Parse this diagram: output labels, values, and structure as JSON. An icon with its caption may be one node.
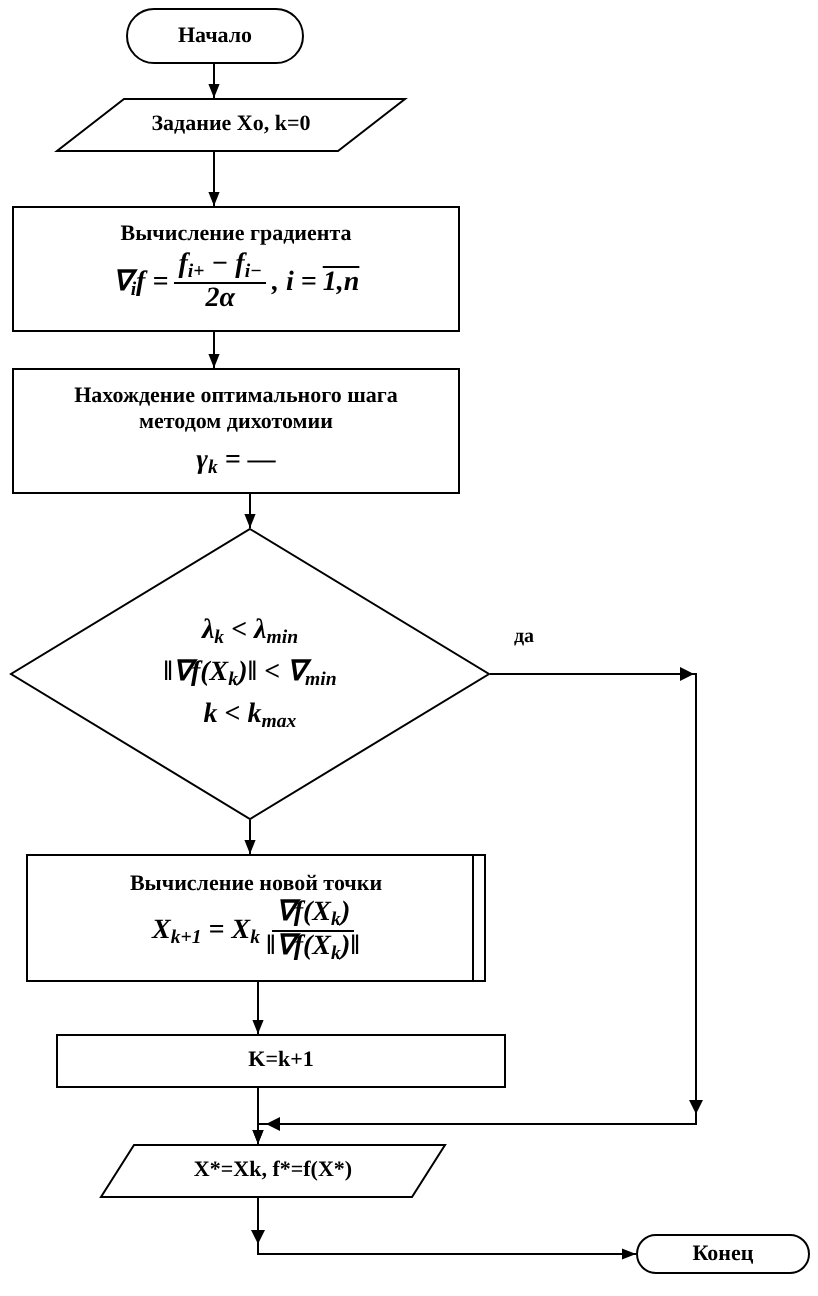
{
  "diagram": {
    "nodes": [
      {
        "text": [
          "Начало"
        ]
      },
      {
        "text": [
          "Задание Xo, k=0"
        ]
      },
      {
        "text": [
          "Вычисление градиента",
          "∇$_{i}$f =",
          "f$_{i+}$ − f$_{i−}$",
          "2α",
          ", i =",
          "1,n"
        ]
      },
      {
        "text": [
          "Нахождение оптимального шага методом дихотомии",
          "γ$_{k}$ = —"
        ]
      },
      {
        "text": [
          "λ$_{k}$ < λ$_{min}$",
          "‖∇f(X$_{k}$)‖ < ∇$_{min}$",
          "k < k$_{max}$"
        ]
      },
      {
        "text": [
          "Вычисление новой точки",
          "X$_{k+1}$ = X$_{k}$",
          "∇f(X$_{k}$)",
          "‖∇f(X$_{k}$)‖"
        ]
      },
      {
        "text": [
          "K=k+1"
        ]
      },
      {
        "text": [
          "X*=Xk, f*=f(X*)"
        ]
      },
      {
        "text": [
          "Конец"
        ]
      }
    ],
    "edges": [
      {
        "from": 0,
        "to": 1,
        "arrow": "to"
      },
      {
        "from": 1,
        "to": 2,
        "arrow": "to"
      },
      {
        "from": 2,
        "to": 3,
        "arrow": "to"
      },
      {
        "from": 3,
        "to": 4,
        "arrow": "to"
      },
      {
        "from": 4,
        "to": 5,
        "arrow": "to"
      },
      {
        "from": 5,
        "to": 6,
        "arrow": "to"
      },
      {
        "from": 6,
        "to": 7,
        "arrow": "to"
      },
      {
        "from": 4,
        "to": 7,
        "arrow": "to",
        "label": "да"
      },
      {
        "from": 7,
        "to": 8,
        "arrow": "to"
      }
    ]
  }
}
